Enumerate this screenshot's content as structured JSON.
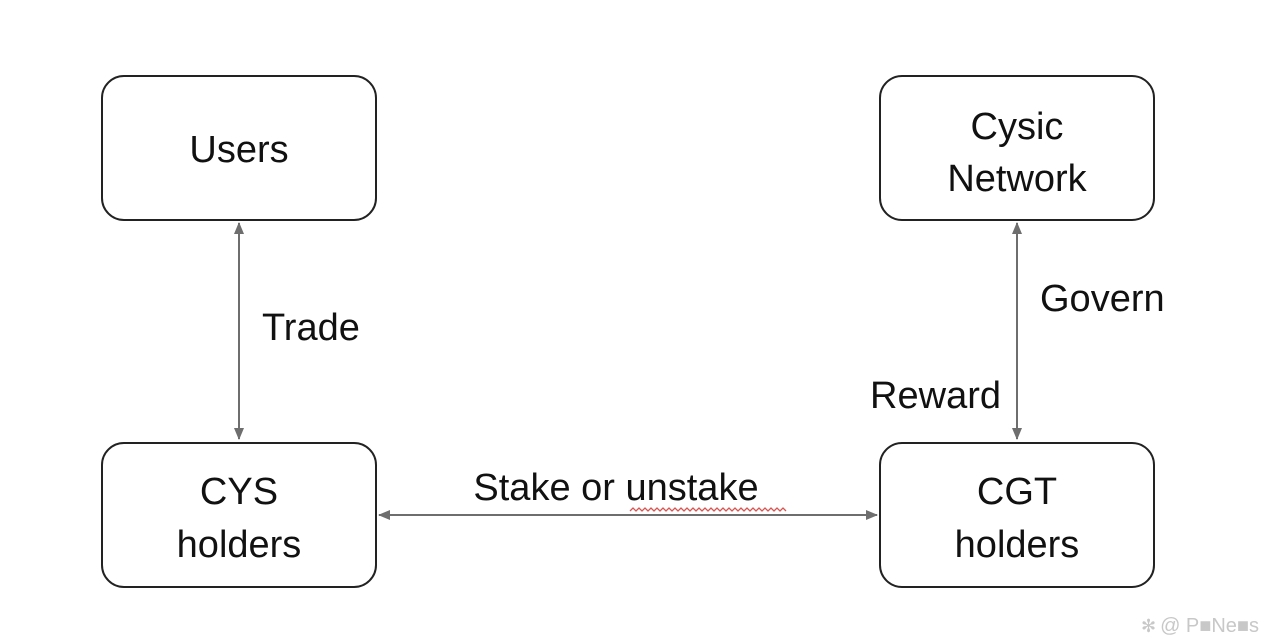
{
  "nodes": {
    "users": {
      "label": "Users"
    },
    "cysic_network": {
      "lines": [
        "Cysic",
        "Network"
      ]
    },
    "cys_holders": {
      "lines": [
        "CYS",
        "holders"
      ]
    },
    "cgt_holders": {
      "lines": [
        "CGT",
        "holders"
      ]
    }
  },
  "edges": {
    "trade": {
      "label": "Trade"
    },
    "stake": {
      "label": "Stake or unstake"
    },
    "govern": {
      "label": "Govern"
    },
    "reward": {
      "label": "Reward"
    }
  },
  "watermark": {
    "icon": "sparkle-icon",
    "text": "@ P■Ne■s"
  },
  "colors": {
    "box_stroke": "#222222",
    "arrow": "#6e6e6e",
    "text": "#111111"
  }
}
